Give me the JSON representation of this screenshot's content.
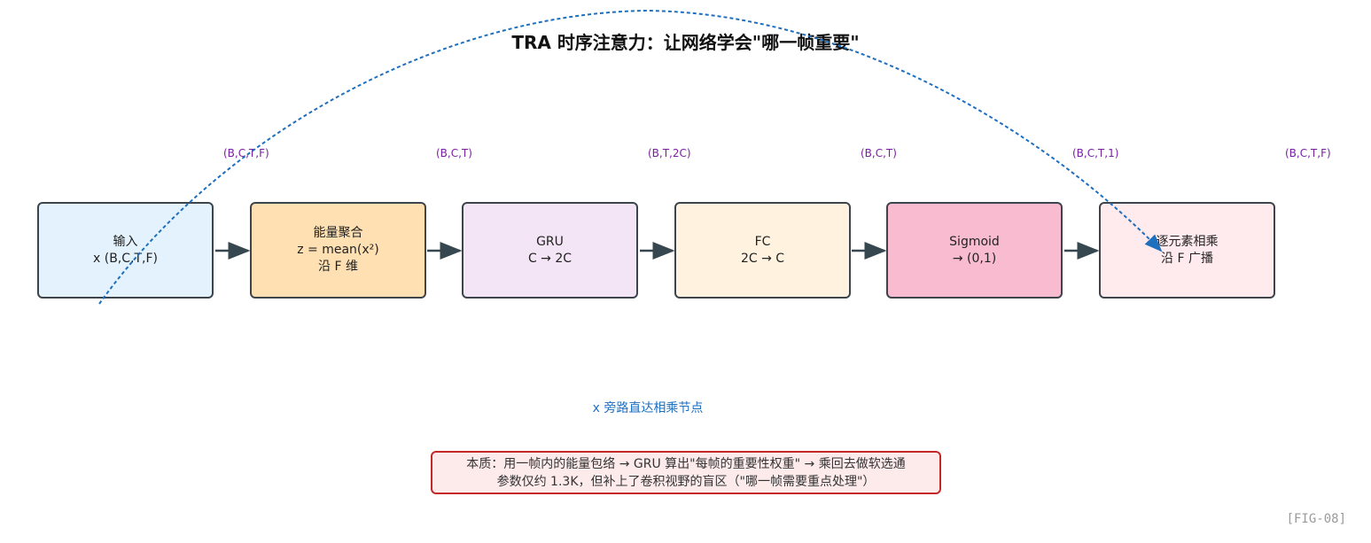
{
  "title": "TRA 时序注意力：让网络学会\"哪一帧重要\"",
  "nodes": [
    {
      "line1": "输入",
      "line2": "x (B,C,T,F)",
      "line3": "",
      "color": "#e3f2fd"
    },
    {
      "line1": "能量聚合",
      "line2": "z = mean(x²)",
      "line3": "沿 F 维",
      "color": "#ffe0b2"
    },
    {
      "line1": "GRU",
      "line2": "C → 2C",
      "line3": "",
      "color": "#f3e5f5"
    },
    {
      "line1": "FC",
      "line2": "2C → C",
      "line3": "",
      "color": "#fff3e0"
    },
    {
      "line1": "Sigmoid",
      "line2": "→ (0,1)",
      "line3": "",
      "color": "#f8bbd0"
    },
    {
      "line1": "逐元素相乘",
      "line2": "沿 F 广播",
      "line3": "",
      "color": "#ffebee"
    }
  ],
  "shapes": [
    "(B,C,T,F)",
    "(B,C,T)",
    "(B,T,2C)",
    "(B,C,T)",
    "(B,C,T,1)",
    "(B,C,T,F)"
  ],
  "bypass_label": "x 旁路直达相乘节点",
  "summary": {
    "line1": "本质：用一帧内的能量包络 → GRU 算出\"每帧的重要性权重\" → 乘回去做软选通",
    "line2": "参数仅约 1.3K，但补上了卷积视野的盲区（\"哪一帧需要重点处理\"）"
  },
  "fig_tag": "[FIG-08]",
  "colors": {
    "arrow": "#37474f",
    "bypass": "#1f6fbf",
    "shape_text": "#7a1fa2",
    "summary_border": "#c62828"
  }
}
